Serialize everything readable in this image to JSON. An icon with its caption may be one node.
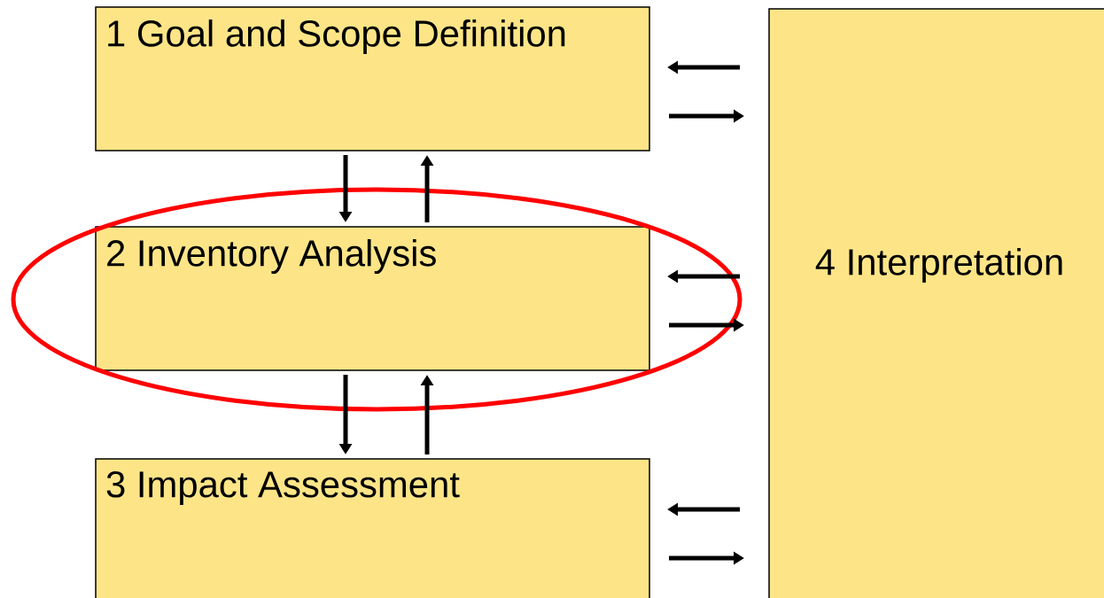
{
  "diagram": {
    "nodes": [
      {
        "text": [
          "1 Goal and Scope Definition"
        ]
      },
      {
        "text": [
          "2 Inventory Analysis"
        ]
      },
      {
        "text": [
          "3 Impact Assessment"
        ]
      },
      {
        "text": [
          "4 Interpretation"
        ]
      }
    ],
    "edges": [
      {
        "from": 0,
        "to": 1,
        "arrow": "to"
      },
      {
        "from": 1,
        "to": 0,
        "arrow": "to"
      },
      {
        "from": 1,
        "to": 2,
        "arrow": "to"
      },
      {
        "from": 2,
        "to": 1,
        "arrow": "to"
      },
      {
        "from": 3,
        "to": 0,
        "arrow": "to"
      },
      {
        "from": 0,
        "to": 3,
        "arrow": "to"
      },
      {
        "from": 3,
        "to": 1,
        "arrow": "to"
      },
      {
        "from": 1,
        "to": 3,
        "arrow": "to"
      },
      {
        "from": 3,
        "to": 2,
        "arrow": "to"
      },
      {
        "from": 2,
        "to": 3,
        "arrow": "to"
      }
    ]
  }
}
